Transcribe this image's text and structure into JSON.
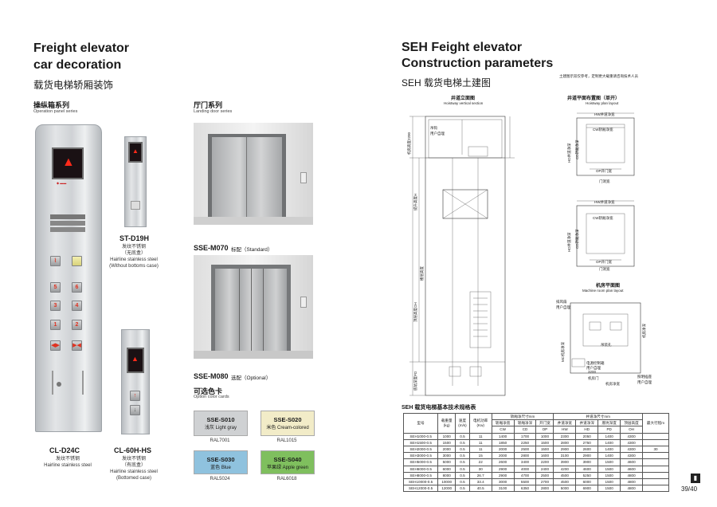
{
  "left": {
    "title_line1": "Freight elevator",
    "title_line2": "car decoration",
    "title_cn": "载货电梯轿厢装饰",
    "cop_section": {
      "cn": "操纵箱系列",
      "en": "Operation panel series"
    },
    "door_section": {
      "cn": "厅门系列",
      "en": "Landing door series"
    },
    "cop_items": [
      {
        "model": "CL-D24C",
        "desc1": "发纹不锈钢",
        "desc2": "Hairline stainless steel"
      },
      {
        "model": "ST-D19H",
        "desc1": "发纹不锈钢",
        "desc2": "（无底盒）",
        "desc3": "Hairline stainless steel",
        "desc4": "(Without bottoms case)"
      },
      {
        "model": "CL-60H-HS",
        "desc1": "发纹不锈钢",
        "desc2": "（有底盒）",
        "desc3": "Hairline stainless steel",
        "desc4": "(Bottomed case)"
      }
    ],
    "panel_buttons": [
      "5",
      "6",
      "3",
      "4",
      "1",
      "2"
    ],
    "doors": [
      {
        "model": "SSE-M070",
        "note": "标配（Standard）"
      },
      {
        "model": "SSE-M080",
        "note": "选配（Optional）"
      }
    ],
    "color_section": {
      "cn": "可选色卡",
      "en": "Option color cards"
    },
    "swatches": [
      {
        "code": "SSE-S010",
        "name": "浅灰 Light gray",
        "ral": "RAL7001",
        "color": "#cfd1d3"
      },
      {
        "code": "SSE-S020",
        "name": "米色 Cream-colored",
        "ral": "RAL1015",
        "color": "#f2ecc8"
      },
      {
        "code": "SSE-S030",
        "name": "蓝色 Blue",
        "ral": "RAL5024",
        "color": "#8fc2de"
      },
      {
        "code": "SSE-S040",
        "name": "苹果绿 Apple green",
        "ral": "RAL6018",
        "color": "#7fbf5e"
      }
    ]
  },
  "right": {
    "title_line1": "SEH Feight elevator",
    "title_line2": "Construction parameters",
    "title_cn": "SEH 载货电梯土建图",
    "note": "土建图示双仅参考，定制更大载重请咨询技术人员",
    "vertical_section": {
      "cn": "井道立面图",
      "en": "Hoistway vertical section"
    },
    "plan_layout": {
      "cn": "井道平面布置图（单开）",
      "en": "Hoistway plan layout"
    },
    "machine_room": {
      "cn": "机房平面图",
      "en": "Machine room plan layout"
    },
    "dims": {
      "hw": "HW井道净宽",
      "cw": "CW轿厢净宽",
      "op": "OP开门宽",
      "door_w": "门洞宽",
      "hd": "HD井道净深",
      "cd": "CD轿厢净深",
      "hook": "吊钩",
      "user_hook": "用户自理",
      "room_h": "机房高度2200",
      "travel": "提升高度H",
      "top": "顶层高度OH",
      "pit": "底坑深度PD",
      "floor": "楼层高度",
      "vent": "排风扇",
      "vent2": "用户自理",
      "access": "吊装孔",
      "power": "电源控制箱",
      "power2": "用户自理",
      "md_width": "机房净宽",
      "md_depth": "机房净深",
      "md_size": "3200",
      "door_room": "机房门",
      "lighting": "照明插座",
      "lighting2": "用户自理",
      "mc": "MC机房净深"
    },
    "table_title": "SEH 载货电梯基本技术规格表",
    "table_headers": {
      "model": "型号",
      "load": "载重量",
      "load_unit": "(kg)",
      "speed": "速度",
      "speed_unit": "(m/s)",
      "power": "电机功率",
      "power_unit": "(Kw)",
      "car_group": "轿厢净尺寸mm",
      "car_cols": [
        [
          "轿厢净宽",
          "CW"
        ],
        [
          "轿厢净深",
          "CD"
        ],
        [
          "开门宽",
          "OP"
        ]
      ],
      "shaft_group": "井道净尺寸mm",
      "shaft_cols": [
        [
          "井道净宽",
          "HW"
        ],
        [
          "井道净深",
          "HD"
        ],
        [
          "底坑深度",
          "PD"
        ],
        [
          "顶层高度",
          "OH"
        ]
      ],
      "travel": "最大行程m"
    },
    "travel_value": "30",
    "table_rows": [
      [
        "SEH1000-0.5",
        "1000",
        "0.5",
        "11",
        "1400",
        "1700",
        "1000",
        "2300",
        "2050",
        "1400",
        "4300"
      ],
      [
        "SEH1500-0.5",
        "1500",
        "0.5",
        "11",
        "1850",
        "2250",
        "1500",
        "2800",
        "2750",
        "1400",
        "4300"
      ],
      [
        "SEH2000-0.5",
        "2000",
        "0.5",
        "11",
        "2000",
        "2500",
        "1500",
        "2900",
        "2600",
        "1400",
        "4300"
      ],
      [
        "SEH3000-0.5",
        "3000",
        "0.5",
        "15",
        "2000",
        "2800",
        "1600",
        "3100",
        "2900",
        "1400",
        "4300"
      ],
      [
        "SEH5000-0.5",
        "5000",
        "0.5",
        "22",
        "2600",
        "3400",
        "2200",
        "3900",
        "3900",
        "1500",
        "4600"
      ],
      [
        "SEH6000-0.5",
        "6000",
        "0.5",
        "30",
        "2900",
        "4000",
        "2400",
        "4200",
        "4600",
        "1500",
        "4600"
      ],
      [
        "SEH8000-0.5",
        "8000",
        "0.5",
        "26.7",
        "2900",
        "4700",
        "2500",
        "4500",
        "5250",
        "1500",
        "4800"
      ],
      [
        "SEH10000-0.5",
        "10000",
        "0.5",
        "33.4",
        "3000",
        "5500",
        "2700",
        "4500",
        "6000",
        "1500",
        "4800"
      ],
      [
        "SEH12000-0.5",
        "12000",
        "0.5",
        "40.5",
        "3100",
        "6350",
        "2800",
        "5000",
        "6900",
        "1500",
        "4800"
      ]
    ],
    "page_number": "39/40"
  }
}
